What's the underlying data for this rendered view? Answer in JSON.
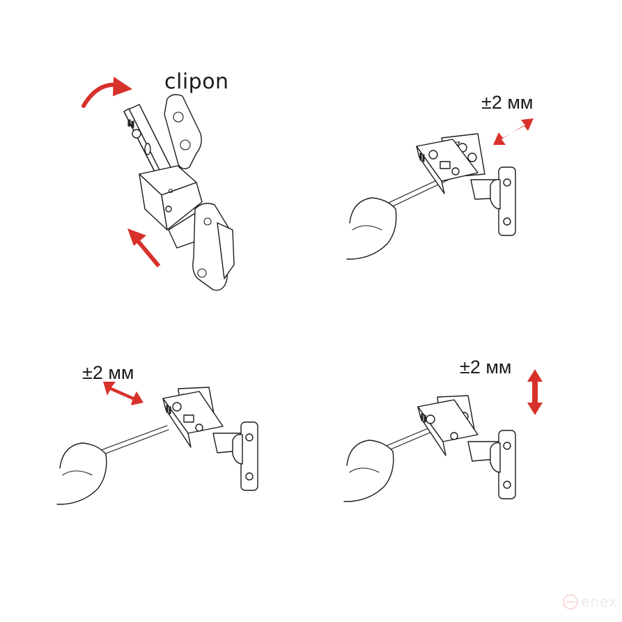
{
  "diagram": {
    "panels": [
      {
        "id": "clipon",
        "label": "clipon",
        "arrows": [
          "curved-clockwise",
          "straight-up-right"
        ]
      },
      {
        "id": "depth-adjust",
        "label": "±2 мм",
        "arrow": "diagonal-double"
      },
      {
        "id": "side-adjust",
        "label": "±2 мм",
        "arrow": "diagonal-double"
      },
      {
        "id": "height-adjust",
        "label": "±2 мм",
        "arrow": "vertical-double"
      }
    ],
    "watermark": "enex",
    "colors": {
      "accent": "#d7312b",
      "line": "#1a1a1a",
      "background": "#ffffff"
    }
  }
}
